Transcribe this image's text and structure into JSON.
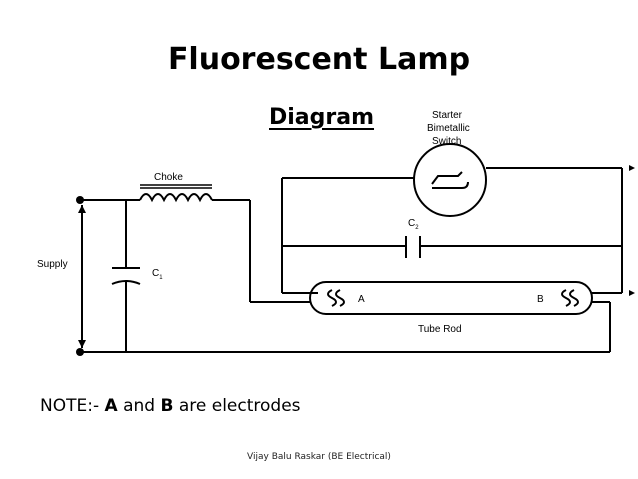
{
  "title": "Fluorescent Lamp",
  "subtitle": "Diagram",
  "labels": {
    "starter_line1": "Starter",
    "starter_line2": "Bimetallic",
    "starter_line3": "Switch",
    "choke": "Choke",
    "supply": "Supply",
    "c1": "C",
    "c1_sub": "1",
    "c2": "C",
    "c2_sub": "2",
    "electrode_a": "A",
    "electrode_b": "B",
    "tube_rod": "Tube Rod"
  },
  "note": {
    "prefix": "NOTE:- ",
    "a": "A",
    "and": " and ",
    "b": "B",
    "suffix": " are electrodes"
  },
  "footer": "Vijay Balu Raskar (BE Electrical)"
}
